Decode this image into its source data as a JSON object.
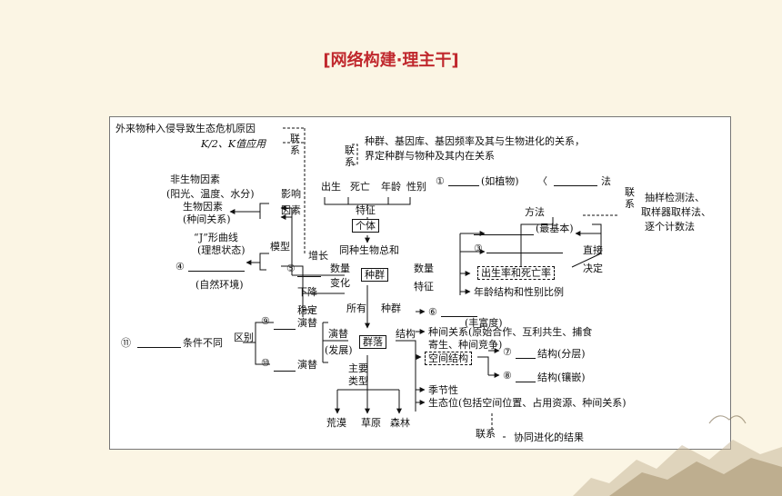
{
  "title": "[网络构建·理主干]",
  "diagram": {
    "invasive": "外来物种入侵导致生态危机原因",
    "k_value": "K/2、K值应用",
    "lian_xi": "联系",
    "pop_gene": "种群、基因库、基因频率及其与生物进化的关系，",
    "define": "界定种群与物种及其内在关系",
    "chusheng": "出生",
    "siwang": "死亡",
    "nianling": "年龄",
    "xingbie": "性别",
    "te_zheng": "特征",
    "geti": "个体",
    "q1": "①",
    "ru_zhiwu": "(如植物)",
    "lbracket": "〈",
    "fa": "法",
    "fangfa": "方法",
    "methods_1": "抽样检测法、",
    "methods_2": "取样器取样法、",
    "methods_3": "逐个计数法",
    "zui_jiben": "(最基本)",
    "q3": "③",
    "zhijie": "直接",
    "jueding": "决定",
    "birth_death": "出生率和死亡率",
    "age_sex": "年龄结构和性别比例",
    "fei_shengwu": "非生物因素",
    "yangguang": "(阳光、温度、水分)",
    "shengwu_yinsu": "生物因素",
    "zhongjian": "(种间关系)",
    "yingxiang": "影响",
    "yinsu": "因素",
    "j_curve": "“J”形曲线",
    "lixiang": "(理想状态)",
    "moxing": "模型",
    "zengzhang": "增长",
    "q4": "④",
    "q5": "⑤",
    "ziran": "(自然环境)",
    "tong_zhong": "同种生物总和",
    "shuliang": "数量",
    "bianhua": "变化",
    "zhongqun": "种群",
    "shuliang2": "数量",
    "tezheng2": "特征",
    "xiajiang": "下降",
    "wending": "稳定",
    "suoyou": "所有",
    "zhongqun2": "种群",
    "q6": "⑥",
    "feng_fudu": "(丰富度)",
    "relation_1": "种间关系(原始合作、互利共生、捕食",
    "relation_2": "寄生、种间竞争)",
    "kongjian": "空间结构",
    "q7": "⑦",
    "fenceng": "结构(分层)",
    "q8": "⑧",
    "xiangqian": "结构(镶嵌)",
    "jiegou": "结构",
    "jijie": "季节性",
    "shengtaiwei": "生态位(包括空间位置、占用资源、种间关系)",
    "xietong": "协同进化的结果",
    "q11": "⑪",
    "tiaojian": "条件不同",
    "qubie": "区别",
    "q9": "⑨",
    "q10": "⑩",
    "yanti1": "演替",
    "yanti2": "演替",
    "yanti3": "演替",
    "fazhan": "(发展)",
    "qunluo": "群落",
    "zhuyao": "主要",
    "leixing": "类型",
    "huangmo": "荒漠",
    "caoyuan": "草原",
    "senlin": "森林"
  }
}
